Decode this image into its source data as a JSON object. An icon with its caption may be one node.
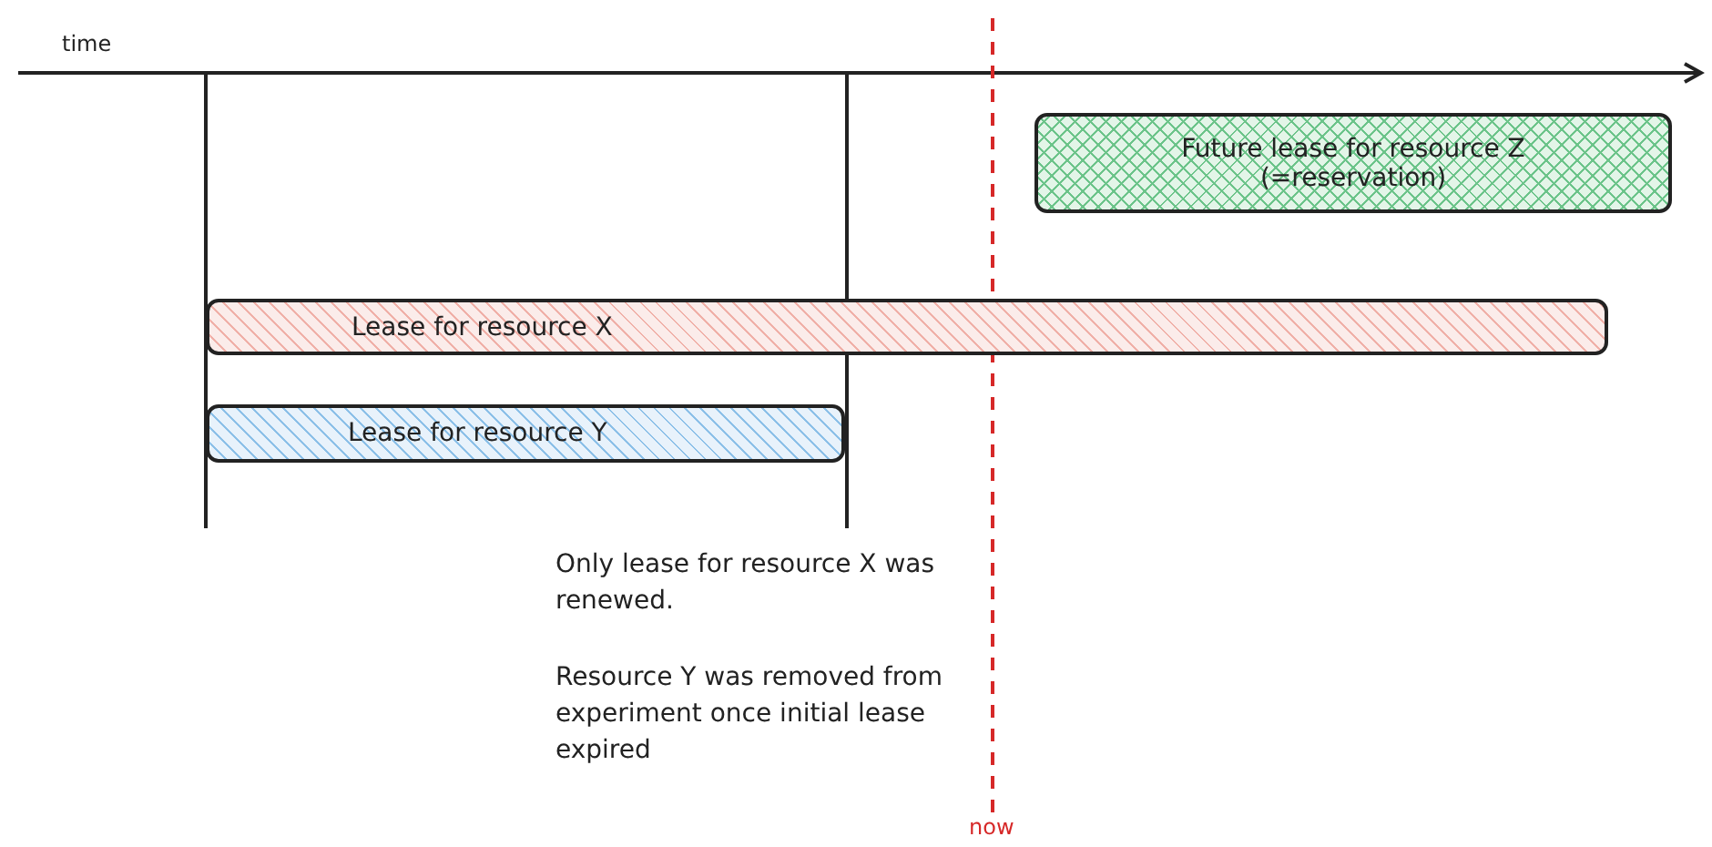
{
  "diagram": {
    "nodes": [
      {
        "text": [
          "Future lease for resource Z (=reservation)"
        ]
      },
      {
        "text": [
          "Lease for resource X"
        ]
      },
      {
        "text": [
          "Lease for resource Y"
        ]
      }
    ],
    "labels": [
      "time",
      "Only lease for resource X was renewed.",
      "Resource Y was removed from experiment once initial lease expired",
      "now"
    ]
  }
}
